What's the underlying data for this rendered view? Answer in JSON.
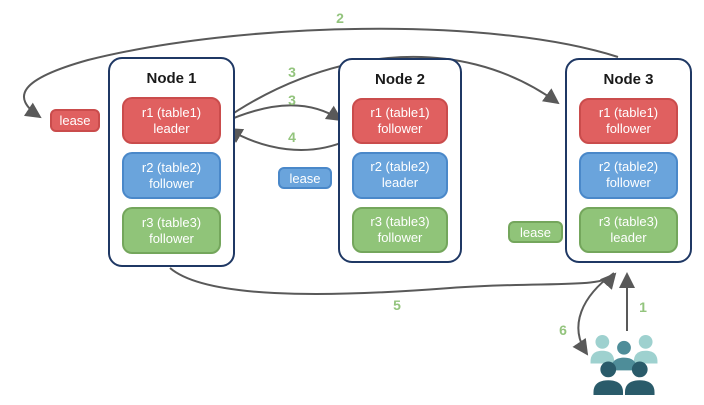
{
  "nodes": [
    {
      "title": "Node 1",
      "replicas": [
        {
          "name": "r1 (table1)",
          "role": "leader",
          "color": "red"
        },
        {
          "name": "r2 (table2)",
          "role": "follower",
          "color": "blue"
        },
        {
          "name": "r3 (table3)",
          "role": "follower",
          "color": "green"
        }
      ]
    },
    {
      "title": "Node 2",
      "replicas": [
        {
          "name": "r1 (table1)",
          "role": "follower",
          "color": "red"
        },
        {
          "name": "r2 (table2)",
          "role": "leader",
          "color": "blue"
        },
        {
          "name": "r3 (table3)",
          "role": "follower",
          "color": "green"
        }
      ]
    },
    {
      "title": "Node 3",
      "replicas": [
        {
          "name": "r1 (table1)",
          "role": "follower",
          "color": "red"
        },
        {
          "name": "r2 (table2)",
          "role": "follower",
          "color": "blue"
        },
        {
          "name": "r3 (table3)",
          "role": "leader",
          "color": "green"
        }
      ]
    }
  ],
  "leases": [
    {
      "label": "lease",
      "color": "red"
    },
    {
      "label": "lease",
      "color": "blue"
    },
    {
      "label": "lease",
      "color": "green"
    }
  ],
  "steps": {
    "step1": "1",
    "step2": "2",
    "step3a": "3",
    "step3b": "3",
    "step4": "4",
    "step5": "5",
    "step6": "6"
  },
  "icons": {
    "clients": "users-group-icon"
  },
  "colors": {
    "red-fill": "#e06060",
    "red-border": "#ca4c4c",
    "blue-fill": "#6aa4dc",
    "blue-border": "#4a88c9",
    "green-fill": "#90c479",
    "green-border": "#74a65c",
    "node-border": "#1f3864",
    "arrow": "#595959",
    "step-label": "#93c47d",
    "users-light": "#9ed1cf",
    "users-mid": "#4e8d99",
    "users-dark": "#2a5b6a"
  }
}
